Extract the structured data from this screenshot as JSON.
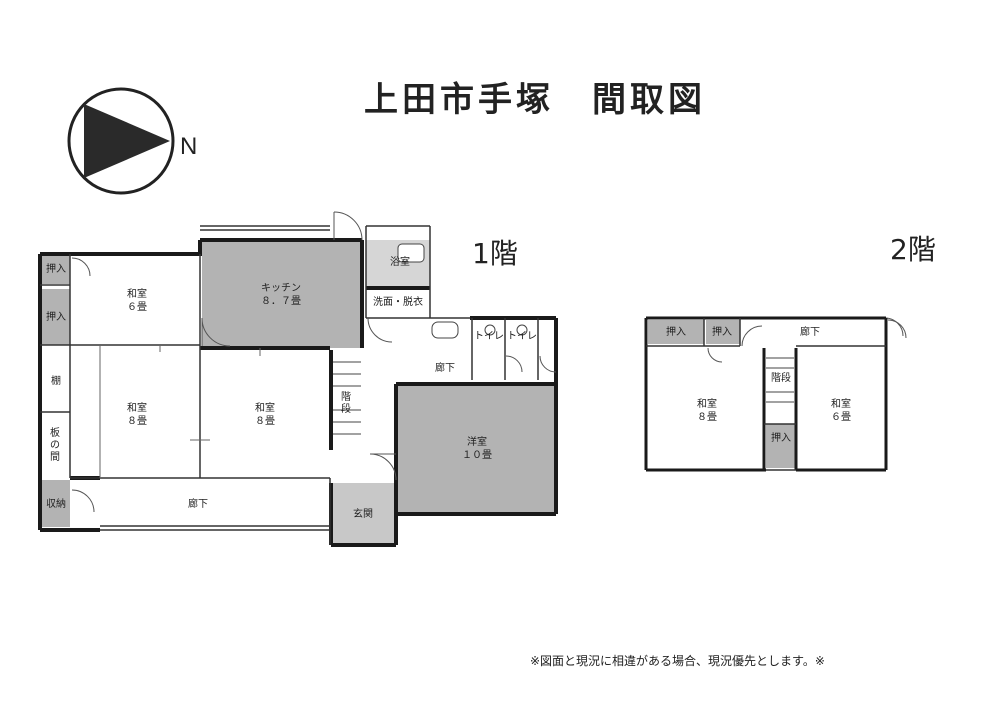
{
  "header": {
    "title": "上田市手塚　間取図"
  },
  "compass": {
    "north_label": "N"
  },
  "floor1": {
    "label": "1階",
    "rooms": {
      "oshiire_a": "押入",
      "oshiire_b": "押入",
      "washitsu_6": "和室\n６畳",
      "kitchen": "キッチン\n８．７畳",
      "yokushitsu": "浴室",
      "senmen": "洗面・脱衣",
      "toilet_a": "トイレ",
      "toilet_b": "トイレ",
      "tana": "棚",
      "ita_no_ma": "板の間",
      "washitsu_8a": "和室\n８畳",
      "washitsu_8b": "和室\n８畳",
      "kaidan": "階段",
      "rouka_center": "廊下",
      "youshitsu": "洋室\n１０畳",
      "shuno": "収納",
      "rouka_bottom": "廊下",
      "genkan": "玄関"
    }
  },
  "floor2": {
    "label": "2階",
    "rooms": {
      "oshiire_a": "押入",
      "oshiire_b": "押入",
      "rouka": "廊下",
      "kaidan": "階段",
      "washitsu_8": "和室\n８畳",
      "washitsu_6": "和室\n６畳",
      "oshiire_c": "押入"
    }
  },
  "footer": {
    "disclaimer": "※図面と現況に相違がある場合、現況優先とします。※"
  },
  "colors": {
    "room_fill": "#b3b3b3",
    "wall": "#1a1a1a",
    "line": "#333333"
  }
}
